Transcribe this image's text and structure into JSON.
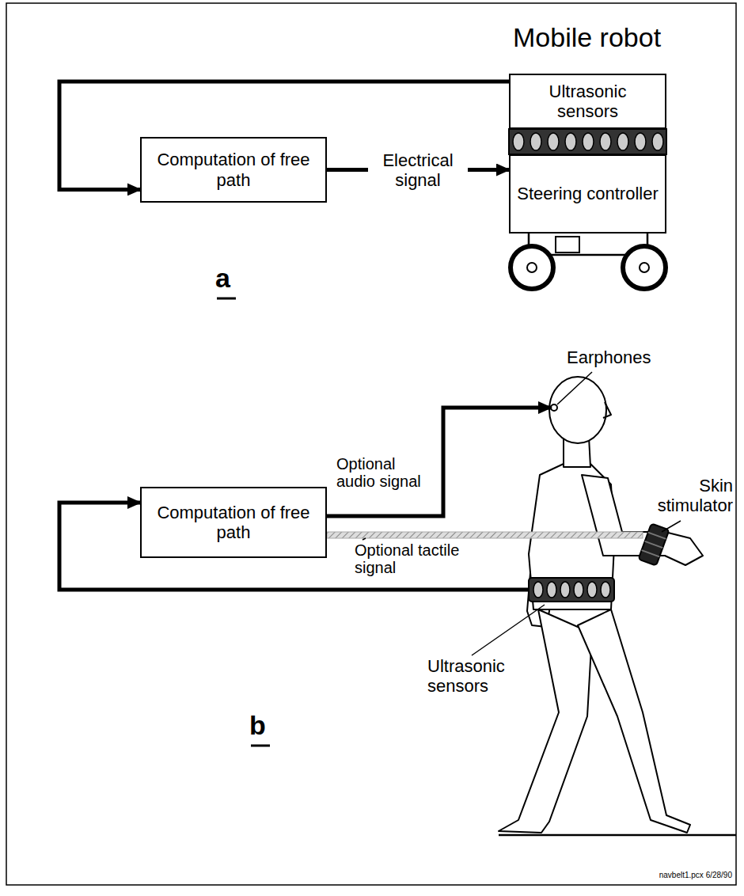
{
  "diagram": {
    "nodes": [
      {
        "text": [
          "Computation of free path"
        ]
      },
      {
        "text": [
          "Ultrasonic sensors"
        ]
      },
      {
        "text": [
          "Steering controller"
        ]
      },
      {
        "text": [
          "Computation of free path"
        ]
      }
    ],
    "edges": [
      {
        "from": 1,
        "to": 0,
        "arrow": "to"
      },
      {
        "from": 0,
        "to": 2,
        "label": "Electrical signal",
        "arrow": "to"
      }
    ],
    "labels": [
      "Mobile robot",
      "a",
      "Earphones",
      "Optional audio signal",
      "Optional tactile signal",
      "Skin stimulator",
      "Ultrasonic sensors",
      "b",
      "navbelt1.pcx 6/28/90"
    ]
  }
}
